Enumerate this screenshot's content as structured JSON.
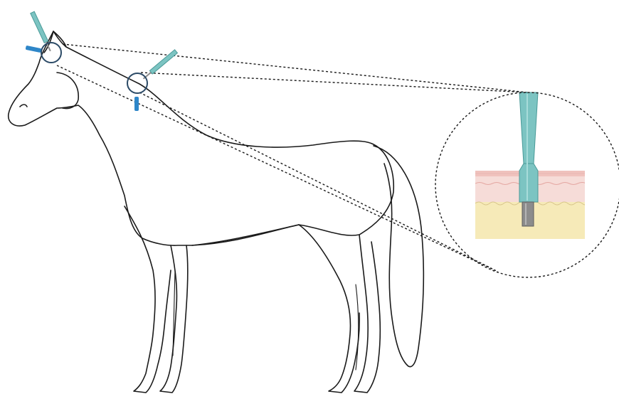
{
  "figure": {
    "subject": "horse",
    "colors": {
      "needle_teal": "#7cc4c2",
      "needle_teal_dark": "#4a9a98",
      "marker_blue": "#2e86c8",
      "ring_navy": "#2b4a66",
      "skin_pink": "#f6dcd8",
      "skin_line": "#e4a7a2",
      "fat_yellow": "#f6eab8",
      "dermis_cream": "#fbf3d6",
      "tip_grey": "#8c8c8c",
      "outline": "#1a1a1a"
    },
    "injection_sites": [
      {
        "name": "poll-site"
      },
      {
        "name": "neck-site"
      }
    ],
    "magnified_view": {
      "layers": [
        "epidermis",
        "dermis",
        "subcutis"
      ]
    }
  }
}
